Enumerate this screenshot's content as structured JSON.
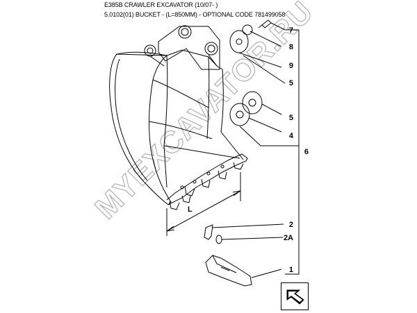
{
  "header": {
    "title": "E385B CRAWLER EXCAVATOR (10/07- )",
    "subtitle": "5.0102(01) BUCKET - (L=850MM) - OPTIONAL CODE 781499058"
  },
  "dimension_label": "L",
  "watermark": "MYEXCAVATOR.RU",
  "callouts": [
    {
      "id": "7",
      "label": "7"
    },
    {
      "id": "8",
      "label": "8"
    },
    {
      "id": "9",
      "label": "9"
    },
    {
      "id": "5a",
      "label": "5"
    },
    {
      "id": "5b",
      "label": "5"
    },
    {
      "id": "4",
      "label": "4"
    },
    {
      "id": "6",
      "label": "6"
    },
    {
      "id": "2",
      "label": "2"
    },
    {
      "id": "2A",
      "label": "2A"
    },
    {
      "id": "1",
      "label": "1"
    }
  ],
  "icons": {
    "nav": "next-page-arrow-icon"
  },
  "colors": {
    "line": "#000000",
    "watermark": "#bbbbbb"
  }
}
